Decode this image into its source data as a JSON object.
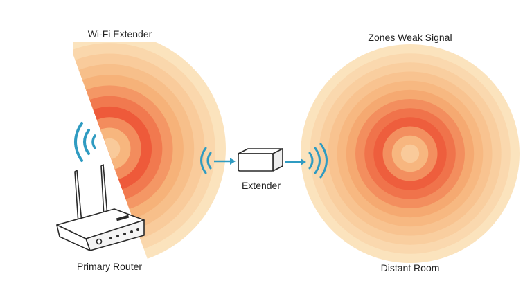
{
  "labels": {
    "wifi_extender": "Wi-Fi Extender",
    "weak_zones": "Zones Weak Signal",
    "extender": "Extender",
    "primary_router": "Primary Router",
    "distant_room": "Distant Room"
  },
  "colors": {
    "ring_outer": "#fbe3bd",
    "ring_mid": "#f6b076",
    "ring_core": "#ee5a3a",
    "signal_wave": "#2f9bc1",
    "arrow": "#2f9bc1",
    "device_fill": "#ffffff",
    "device_stroke": "#2a2a2a"
  },
  "icons": {
    "signal": "wifi-waves-icon",
    "router": "router-icon",
    "extender": "extender-box-icon",
    "arrow": "arrow-right-icon"
  }
}
